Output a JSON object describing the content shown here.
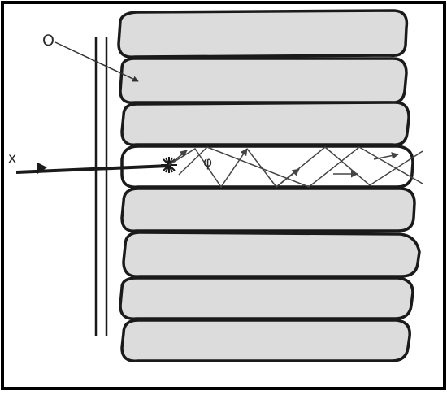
{
  "diagram": {
    "labels": {
      "pointer_label": "O",
      "beam_label": "x",
      "angle_label": "φ"
    },
    "colors": {
      "layer_fill": "#dcdcdc",
      "layer_stroke": "#1a1a1a",
      "gap_fill": "#ffffff",
      "beam": "#1a1a1a",
      "ray": "#444444",
      "frame": "#000000"
    },
    "layers": {
      "count": 8,
      "highlighted_gap_index": 3
    }
  }
}
